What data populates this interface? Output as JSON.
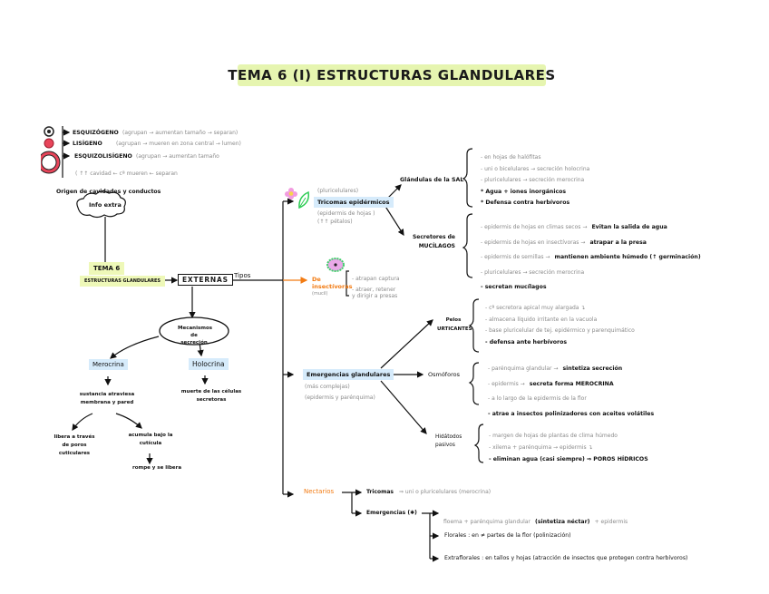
{
  "title": "TEMA 6 (I) ESTRUCTURAS   GLANDULARES",
  "legend": {
    "items": [
      {
        "icon": "ring-dark-icon",
        "label": "ESQUIZÓGENO",
        "note": "(agrupan → aumentan tamaño → separan)"
      },
      {
        "icon": "circle-red-icon",
        "label": "LISÍGENO",
        "note": "(agrupan → mueren en zona central → lumen)"
      },
      {
        "icon": "ring-red-icon",
        "label": "ESQUIZOLISÍGENO",
        "note": "(agrupan → aumentan tamaño"
      },
      {
        "icon": "",
        "label": "",
        "note": "( ↑↑ cavidad   ←  cª mueren   ←   separan"
      }
    ],
    "caption": "Origen de cavidades y conductos"
  },
  "left": {
    "cloud": "Info extra",
    "root_line1": "TEMA 6",
    "root_line2": "ESTRUCTURAS GLANDULARES",
    "externas": "EXTERNAS",
    "tipos": "Tipos",
    "mecanismos": [
      "Mecanismos de",
      "secreción"
    ],
    "merocrina": "Merocrina",
    "holocrina": "Holocrina",
    "mero_desc": [
      "sustancia atraviesa",
      "membrana y pared"
    ],
    "holo_desc": [
      "muerte de las células",
      "secretoras"
    ],
    "libera": [
      "libera a través",
      "de poros cuticulares"
    ],
    "acumula": [
      "acumula bajo la",
      "cutícula"
    ],
    "rompe": "rompe y se libera"
  },
  "tricomas": {
    "top_note": "(pluricelulares)",
    "label": "Tricomas epidérmicos",
    "sub1": "(epidermis de hojas )",
    "sub2": "(↑↑ pétalos)",
    "glandulas_sal": "Glándulas de la SAL",
    "sal_items": [
      {
        "text": "- en hojas de halófitas",
        "bold": false
      },
      {
        "text": "- uni o bicelulares → secreción holocrina",
        "bold": false
      },
      {
        "text": "- pluricelulares → secreción merocrina",
        "bold": false
      },
      {
        "text": "* Agua + iones inorgánicos",
        "bold": true
      },
      {
        "text": "* Defensa contra herbívoros",
        "bold": true
      }
    ],
    "secretores": [
      "Secretores de",
      "MUCÍLAGOS"
    ],
    "muc_items": [
      {
        "g": "- epidermis de hojas en climas secos →",
        "b": "Evitan la salida de agua"
      },
      {
        "g": "- epidermis de hojas en insectívoras →",
        "b": "atrapar a la presa"
      },
      {
        "g": "- epidermis de semillas →",
        "b": "mantienen ambiente húmedo  (↑ germinación)"
      },
      {
        "g": "- pluricelulares → secreción merocrina",
        "b": ""
      },
      {
        "g": "",
        "b": "- secretan mucílagos"
      }
    ]
  },
  "insectivoras": {
    "label1": "De",
    "label2": "insectívoras",
    "label3": "(mucil)",
    "items": [
      "- atrapan captura",
      "- atraer, retener",
      "  y dirigir a presas"
    ]
  },
  "emergencias": {
    "label": "Emergencias glandulares",
    "sub1": "(más complejas)",
    "sub2": "(epidermis y parénquima)",
    "pelos": [
      "Pelos",
      "URTICANTES"
    ],
    "pelos_items": [
      {
        "g": "- cª secretora apical muy alargada ↴",
        "b": ""
      },
      {
        "g": "- almacena líquido irritante en la vacuola",
        "b": ""
      },
      {
        "g": "- base pluricelular de tej. epidérmico y parenquimático",
        "b": ""
      },
      {
        "g": "",
        "b": "- defensa ante herbívoros"
      }
    ],
    "osmoforos": "Osmóforos",
    "osmo_items": [
      {
        "g": "- parénquima glandular →",
        "b": "sintetiza secreción"
      },
      {
        "g": "- epidermis →",
        "b": "secreta forma MEROCRINA"
      },
      {
        "g": "- a lo largo de la epidermis de la flor",
        "b": ""
      },
      {
        "g": "",
        "b": "- atrae a insectos polinizadores  con aceites volátiles"
      }
    ],
    "hidatodos": [
      "Hidátodos",
      "pasivos"
    ],
    "hida_items": [
      {
        "g": "- margen de hojas de plantas de clima húmedo",
        "b": ""
      },
      {
        "g": "- xilema + parénquima → epidermis ↴",
        "b": ""
      },
      {
        "g": "",
        "b": "- eliminan agua (casi siempre) ⇒ POROS HÍDRICOS"
      }
    ]
  },
  "nectarios": {
    "label": "Nectarios",
    "tricomas": "Tricomas",
    "tricomas_note": "⇒ uni o pluricelulares   (merocrina)",
    "emergencias": "Emergencias (✱)",
    "emergencias_note_g": "floema + parénquima glandular",
    "emergencias_note_b": "(sintetiza néctar)",
    "emergencias_note_g2": "+ epidermis",
    "florales": "Florales : en ≠ partes de la flor   (polinización)",
    "extraflorales": "Extraflorales : en tallos y hojas  (atracción de insectos que protegen contra herbívoros)"
  }
}
